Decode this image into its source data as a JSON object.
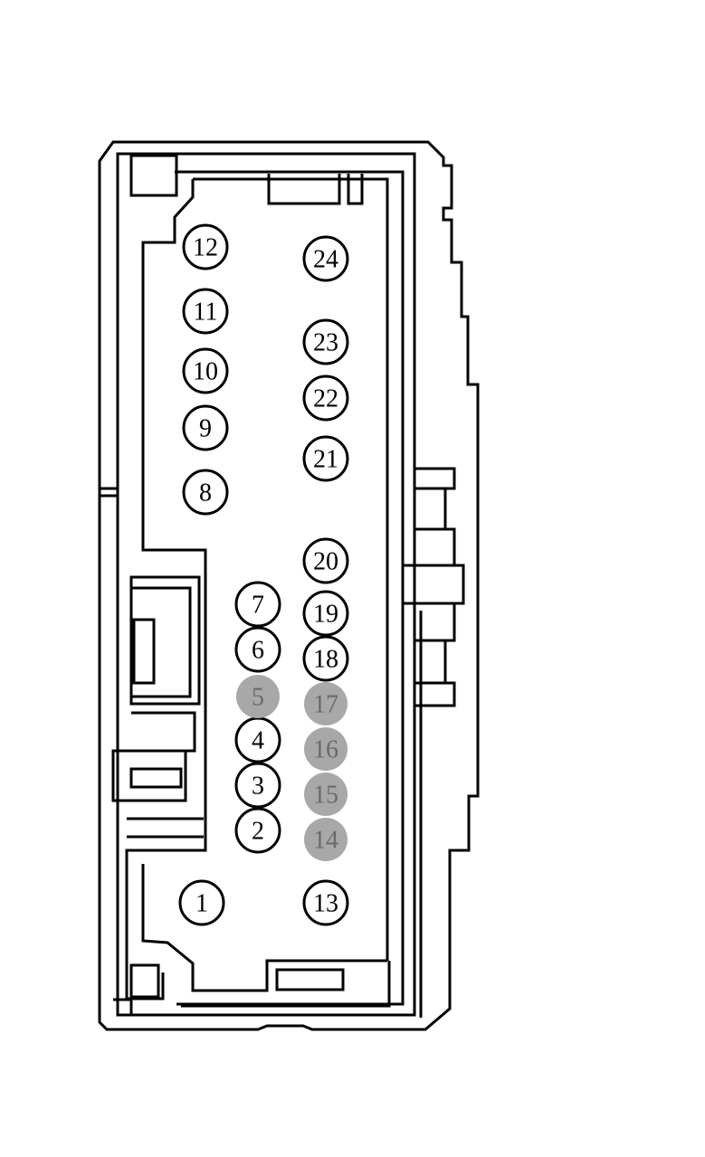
{
  "connector": {
    "pins": [
      {
        "label": "1",
        "state": "open"
      },
      {
        "label": "2",
        "state": "open"
      },
      {
        "label": "3",
        "state": "open"
      },
      {
        "label": "4",
        "state": "open"
      },
      {
        "label": "5",
        "state": "unused"
      },
      {
        "label": "6",
        "state": "open"
      },
      {
        "label": "7",
        "state": "open"
      },
      {
        "label": "8",
        "state": "open"
      },
      {
        "label": "9",
        "state": "open"
      },
      {
        "label": "10",
        "state": "open"
      },
      {
        "label": "11",
        "state": "open"
      },
      {
        "label": "12",
        "state": "open"
      },
      {
        "label": "13",
        "state": "open"
      },
      {
        "label": "14",
        "state": "unused"
      },
      {
        "label": "15",
        "state": "unused"
      },
      {
        "label": "16",
        "state": "unused"
      },
      {
        "label": "17",
        "state": "unused"
      },
      {
        "label": "18",
        "state": "open"
      },
      {
        "label": "19",
        "state": "open"
      },
      {
        "label": "20",
        "state": "open"
      },
      {
        "label": "21",
        "state": "open"
      },
      {
        "label": "22",
        "state": "open"
      },
      {
        "label": "23",
        "state": "open"
      },
      {
        "label": "24",
        "state": "open"
      }
    ],
    "colors": {
      "outline": "#000000",
      "open_fill": "#ffffff",
      "open_text": "#000000",
      "unused_fill": "#a8a8a8",
      "unused_text": "#6a6a6a"
    }
  }
}
